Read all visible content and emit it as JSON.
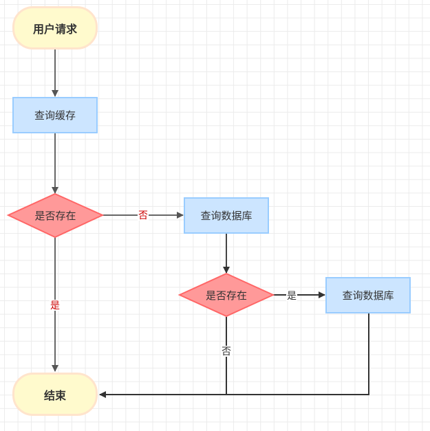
{
  "nodes": {
    "start": {
      "label": "用户请求",
      "shape": "terminal"
    },
    "query_cache": {
      "label": "查询缓存",
      "shape": "process"
    },
    "decision1": {
      "label": "是否存在",
      "shape": "decision"
    },
    "query_db1": {
      "label": "查询数据库",
      "shape": "process"
    },
    "decision2": {
      "label": "是否存在",
      "shape": "decision"
    },
    "query_db2": {
      "label": "查询数据库",
      "shape": "process"
    },
    "end": {
      "label": "结束",
      "shape": "terminal"
    }
  },
  "edges": {
    "d1_no": {
      "label": "否",
      "color": "#cc0000"
    },
    "d1_yes": {
      "label": "是",
      "color": "#cc0000"
    },
    "d2_yes": {
      "label": "是",
      "color": "#333333"
    },
    "d2_no": {
      "label": "否",
      "color": "#333333"
    }
  },
  "colors": {
    "terminal_fill": "#fffacd",
    "terminal_stroke": "#ffe4cc",
    "process_fill": "#cce5ff",
    "process_stroke": "#99ccff",
    "decision_fill": "#ff9999",
    "decision_stroke": "#ff6666"
  }
}
